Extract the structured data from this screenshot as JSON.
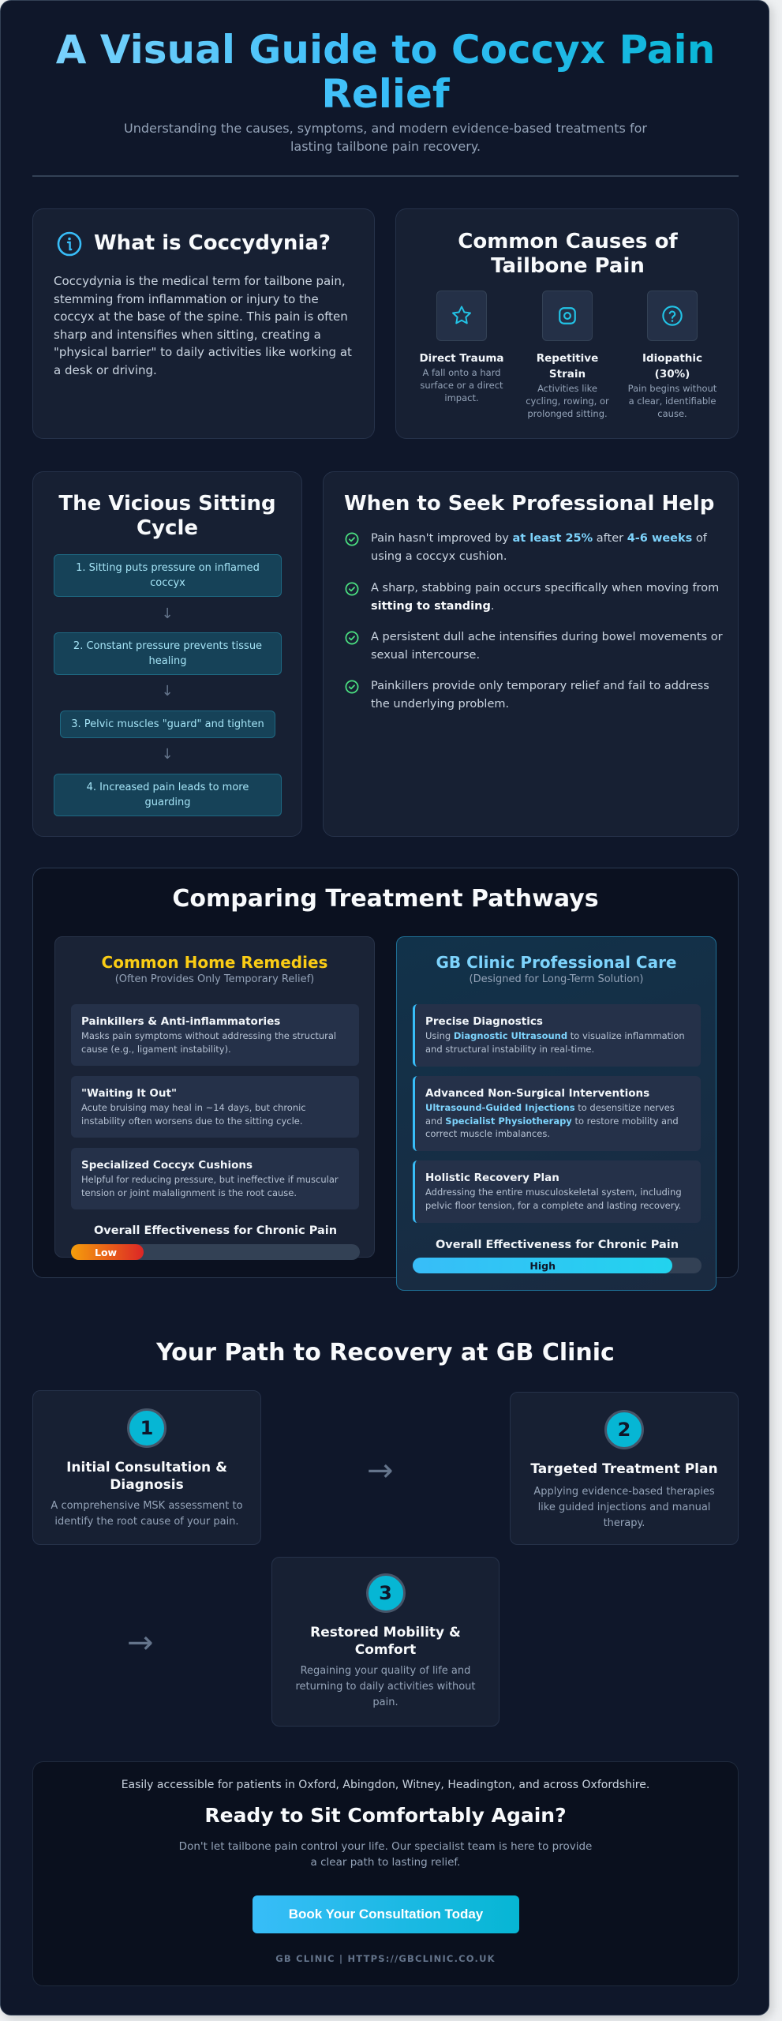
{
  "hero": {
    "title": "A Visual Guide to Coccyx Pain Relief",
    "subtitle": "Understanding the causes, symptoms, and modern evidence-based treatments for lasting tailbone pain recovery."
  },
  "what_is": {
    "icon": "info-icon",
    "title": "What is Coccydynia?",
    "body": "Coccydynia is the medical term for tailbone pain, stemming from inflammation or injury to the coccyx at the base of the spine. This pain is often sharp and intensifies when sitting, creating a \"physical barrier\" to daily activities like working at a desk or driving."
  },
  "causes": {
    "title": "Common Causes of Tailbone Pain",
    "items": [
      {
        "icon": "star-icon",
        "title": "Direct Trauma",
        "desc": "A fall onto a hard surface or a direct impact."
      },
      {
        "icon": "camera-square-icon",
        "title": "Repetitive Strain",
        "desc": "Activities like cycling, rowing, or prolonged sitting."
      },
      {
        "icon": "question-circle-icon",
        "title": "Idiopathic (30%)",
        "desc": "Pain begins without a clear, identifiable cause."
      }
    ]
  },
  "cycle": {
    "title": "The Vicious Sitting Cycle",
    "arrow": "↓",
    "steps": [
      "1. Sitting puts pressure on inflamed coccyx",
      "2. Constant pressure prevents tissue healing",
      "3. Pelvic muscles \"guard\" and tighten",
      "4. Increased pain leads to more guarding"
    ]
  },
  "help": {
    "title": "When to Seek Professional Help",
    "items": [
      {
        "a": "Pain hasn't improved by ",
        "b": "at least 25%",
        "c": " after ",
        "d": "4-6 weeks",
        "e": " of using a coccyx cushion."
      },
      {
        "a": "A sharp, stabbing pain occurs specifically when moving from ",
        "b": "sitting to standing",
        "c": "."
      },
      {
        "text": "A persistent dull ache intensifies during bowel movements or sexual intercourse."
      },
      {
        "text": "Painkillers provide only temporary relief and fail to address the underlying problem."
      }
    ]
  },
  "compare": {
    "title": "Comparing Treatment Pathways",
    "home": {
      "title": "Common Home Remedies",
      "subtitle": "(Often Provides Only Temporary Relief)",
      "title_color": "#facc15",
      "items": [
        {
          "title": "Painkillers & Anti-inflammatories",
          "desc": "Masks pain symptoms without addressing the structural cause (e.g., ligament instability)."
        },
        {
          "title": "\"Waiting It Out\"",
          "desc": "Acute bruising may heal in ~14 days, but chronic instability often worsens due to the sitting cycle."
        },
        {
          "title": "Specialized Coccyx Cushions",
          "desc": "Helpful for reducing pressure, but ineffective if muscular tension or joint malalignment is the root cause."
        }
      ],
      "effectiveness_label": "Overall Effectiveness for Chronic Pain",
      "effectiveness_value": "Low",
      "effectiveness_pct": 25
    },
    "clinic": {
      "title": "GB Clinic Professional Care",
      "subtitle": "(Designed for Long-Term Solution)",
      "title_color": "#7dd3fc",
      "items": [
        {
          "title": "Precise Diagnostics",
          "pre": "Using ",
          "hl": "Diagnostic Ultrasound",
          "post": " to visualize inflammation and structural instability in real-time."
        },
        {
          "title": "Advanced Non-Surgical Interventions",
          "hl": "Ultrasound-Guided Injections",
          "mid": " to desensitize nerves and ",
          "hl2": "Specialist Physiotherapy",
          "post": " to restore mobility and correct muscle imbalances."
        },
        {
          "title": "Holistic Recovery Plan",
          "desc": "Addressing the entire musculoskeletal system, including pelvic floor tension, for a complete and lasting recovery."
        }
      ],
      "effectiveness_label": "Overall Effectiveness for Chronic Pain",
      "effectiveness_value": "High",
      "effectiveness_pct": 90
    }
  },
  "path": {
    "title": "Your Path to Recovery at GB Clinic",
    "arrow": "→",
    "steps": [
      {
        "num": "1",
        "title": "Initial Consultation & Diagnosis",
        "desc": "A comprehensive MSK assessment to identify the root cause of your pain."
      },
      {
        "num": "2",
        "title": "Targeted Treatment Plan",
        "desc": "Applying evidence-based therapies like guided injections and manual therapy."
      },
      {
        "num": "3",
        "title": "Restored Mobility & Comfort",
        "desc": "Regaining your quality of life and returning to daily activities without pain."
      }
    ]
  },
  "cta": {
    "locations": "Easily accessible for patients in Oxford, Abingdon, Witney, Headington, and across Oxfordshire.",
    "title": "Ready to Sit Comfortably Again?",
    "body": "Don't let tailbone pain control your life. Our specialist team is here to provide a clear path to lasting relief.",
    "button": "Book Your Consultation Today",
    "footer": "GB CLINIC | HTTPS://GBCLINIC.CO.UK"
  },
  "colors": {
    "accent": "#38bdf8",
    "accent2": "#06b6d4",
    "check": "#4ade80",
    "warning": "#facc15",
    "low_bar": "#ef4444"
  }
}
